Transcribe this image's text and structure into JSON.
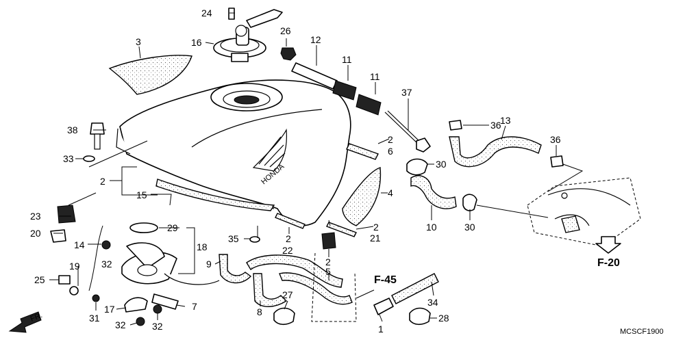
{
  "diagram": {
    "catalog_code": "MCSCF1900",
    "brand_text": "HONDA",
    "ref_f45": "F-45",
    "ref_f20": "F-20",
    "front_arrow_text": "FR.",
    "callouts": {
      "c1": "1",
      "c2a": "2",
      "c2b": "2",
      "c2c": "2",
      "c2d": "2",
      "c2e": "2",
      "c3": "3",
      "c4": "4",
      "c5": "5",
      "c6": "6",
      "c7": "7",
      "c8": "8",
      "c9": "9",
      "c10": "10",
      "c11a": "11",
      "c11b": "11",
      "c12": "12",
      "c13": "13",
      "c14": "14",
      "c15": "15",
      "c16": "16",
      "c17": "17",
      "c18": "18",
      "c19": "19",
      "c20": "20",
      "c21": "21",
      "c22": "22",
      "c23": "23",
      "c24": "24",
      "c25": "25",
      "c26": "26",
      "c27": "27",
      "c28": "28",
      "c29": "29",
      "c30a": "30",
      "c30b": "30",
      "c31": "31",
      "c32a": "32",
      "c32b": "32",
      "c32c": "32",
      "c33": "33",
      "c34": "34",
      "c35": "35",
      "c36a": "36",
      "c36b": "36",
      "c37": "37",
      "c38": "38"
    }
  }
}
